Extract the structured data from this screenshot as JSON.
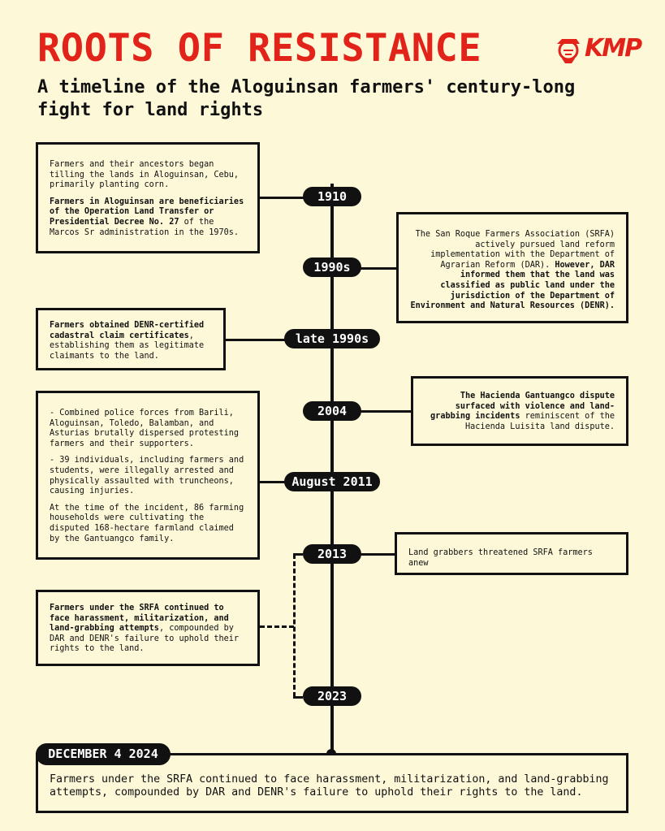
{
  "header": {
    "title": "ROOTS OF RESISTANCE",
    "subtitle": "A timeline of the Aloguinsan farmers' century-long fight for land rights",
    "logo_text": "KMP"
  },
  "timeline": {
    "e1910": {
      "date": "1910",
      "p1": "Farmers and their ancestors began tilling the lands in Aloguinsan, Cebu, primarily planting corn.",
      "p2_bold": "Farmers in Aloguinsan are beneficiaries of the Operation Land Transfer or Presidential Decree No. 27",
      "p2_rest": " of the Marcos Sr administration in the 1970s."
    },
    "e1990s": {
      "date": "1990s",
      "text": "The San Roque Farmers Association (SRFA) actively pursued land reform implementation with the Department of Agrarian Reform (DAR). ",
      "bold": "However, DAR informed them that the land was classified as public land under the jurisdiction of the Department of Environment and Natural Resources (DENR)."
    },
    "elate": {
      "date": "late 1990s",
      "bold": "Farmers obtained DENR-certified cadastral claim certificates",
      "rest": ", establishing them as legitimate claimants to the land."
    },
    "e2004": {
      "date": "2004",
      "bold": "The Hacienda Gantuangco dispute surfaced with violence and land-grabbing incidents",
      "rest": " reminiscent of the Hacienda Luisita land dispute."
    },
    "e2011": {
      "date": "August 2011",
      "p1": "- Combined police forces from Barili, Aloguinsan, Toledo, Balamban, and Asturias brutally dispersed protesting farmers and their supporters.",
      "p2": "- 39 individuals, including farmers and students, were illegally arrested and physically assaulted with truncheons, causing injuries.",
      "p3": "At the time of the incident, 86 farming households were cultivating the disputed 168-hectare farmland claimed by the Gantuangco family."
    },
    "e2013": {
      "date": "2013",
      "text": "Land grabbers threatened SRFA farmers anew"
    },
    "e2023": {
      "date": "2023",
      "bold": "Farmers under the SRFA continued to face harassment, militarization, and land-grabbing attempts",
      "rest": ", compounded by DAR and DENR's failure to uphold their rights to the land."
    },
    "final": {
      "date": "DECEMBER 4 2024",
      "text": "Farmers under the SRFA continued to face harassment, militarization, and land-grabbing attempts, compounded by DAR and DENR's failure to uphold their rights to the land."
    }
  },
  "colors": {
    "accent": "#e2231a",
    "background": "#fdf8d8",
    "ink": "#111111"
  }
}
